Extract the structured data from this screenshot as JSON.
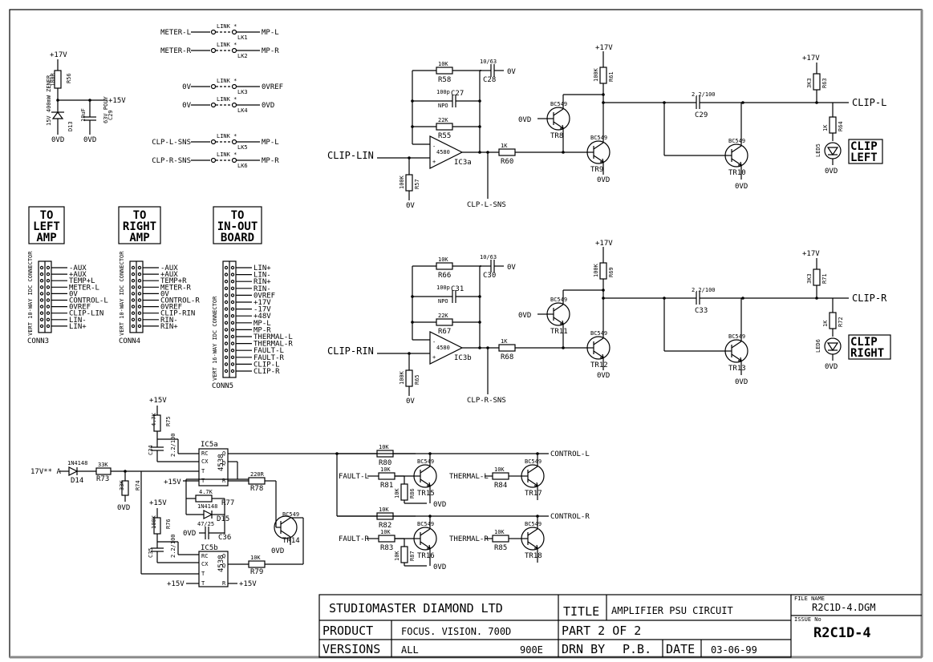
{
  "links": [
    {
      "left": "METER-L",
      "right": "MP-L",
      "ref": "LK1"
    },
    {
      "left": "METER-R",
      "right": "MP-R",
      "ref": "LK2"
    },
    {
      "left": "0V",
      "right": "0VREF",
      "ref": "LK3"
    },
    {
      "left": "0V",
      "right": "0VD",
      "ref": "LK4"
    },
    {
      "left": "CLP-L-SNS",
      "right": "MP-L",
      "ref": "LK5"
    },
    {
      "left": "CLP-R-SNS",
      "right": "MP-R",
      "ref": "LK6"
    }
  ],
  "link_label": "LINK *",
  "zener": {
    "supply": "+17V",
    "res": "R56",
    "res_val": "180R",
    "diode": "D13",
    "diode_val": "15V 400mW ZENER",
    "out": "+15V",
    "cap": "C29",
    "cap_val": "10uF 63V POLY",
    "gnd1": "0VD",
    "gnd2": "0VD"
  },
  "boxes": [
    {
      "title": [
        "TO",
        "LEFT",
        "AMP"
      ],
      "connector": "CONN3",
      "conn_label": "VERT 10-WAY IDC CONNECTOR",
      "pins": [
        "-AUX",
        "+AUX",
        "TEMP+L",
        "METER-L",
        "0V",
        "CONTROL-L",
        "0VREF",
        "CLIP-LIN",
        "LIN-",
        "LIN+"
      ]
    },
    {
      "title": [
        "TO",
        "RIGHT",
        "AMP"
      ],
      "connector": "CONN4",
      "conn_label": "VERT 10-WAY IDC CONNECTOR",
      "pins": [
        "-AUX",
        "+AUX",
        "TEMP+R",
        "METER-R",
        "0V",
        "CONTROL-R",
        "0VREF",
        "CLIP-RIN",
        "RIN-",
        "RIN+"
      ]
    },
    {
      "title": [
        "TO",
        "IN-OUT",
        "BOARD"
      ],
      "connector": "CONN5",
      "conn_label": "VERT 16-WAY IDC CONNECTOR",
      "pins": [
        "LIN+",
        "LIN-",
        "RIN+",
        "RIN-",
        "0VREF",
        "+17V",
        "-17V",
        "+48V",
        "MP-L",
        "MP-R",
        "THERMAL-L",
        "THERMAL-R",
        "FAULT-L",
        "FAULT-R",
        "CLIP-L",
        "CLIP-R"
      ]
    }
  ],
  "clip_left": {
    "input": "CLIP-LIN",
    "sense": "CLP-L-SNS",
    "output": "CLIP-L",
    "led_text": [
      "CLIP",
      "LEFT"
    ],
    "supply": "+17V",
    "supply2": "+17V",
    "gnd": "0V",
    "gnd2": "0VD",
    "gnd3": "0VD",
    "gnd4": "0VD",
    "gnd_cap": "0V",
    "opamp": "IC3a",
    "opamp_type": "4580",
    "r_fb": "R58",
    "r_fb_val": "10K",
    "c_top": "C28",
    "c_top_val": "10/63",
    "c_fb": "C27",
    "c_fb_val": "100p",
    "c_fb_sub": "NPO",
    "r_mid": "R55",
    "r_mid_val": "22K",
    "r_in": "R57",
    "r_in_val": "100K",
    "r_base": "R60",
    "r_base_val": "1K",
    "tr_a": "TR8",
    "tr_b": "TR9",
    "tr_c": "TR10",
    "tr_type": "BC549",
    "r_col": "R61",
    "r_col_val": "100K",
    "c_out": "C29",
    "c_out_val": "2.2/100",
    "r_out": "R63",
    "r_out_val": "3K3",
    "r_led": "R64",
    "r_led_val": "1K",
    "led": "LED5"
  },
  "clip_right": {
    "input": "CLIP-RIN",
    "sense": "CLP-R-SNS",
    "output": "CLIP-R",
    "led_text": [
      "CLIP",
      "RIGHT"
    ],
    "supply": "+17V",
    "supply2": "+17V",
    "gnd": "0V",
    "gnd2": "0VD",
    "gnd3": "0VD",
    "gnd4": "0VD",
    "gnd_cap": "0V",
    "opamp": "IC3b",
    "opamp_type": "4580",
    "r_fb": "R66",
    "r_fb_val": "10K",
    "c_top": "C30",
    "c_top_val": "10/63",
    "c_fb": "C31",
    "c_fb_val": "100p",
    "c_fb_sub": "NPO",
    "r_mid": "R67",
    "r_mid_val": "22K",
    "r_in": "R65",
    "r_in_val": "100K",
    "r_base": "R68",
    "r_base_val": "1K",
    "tr_a": "TR11",
    "tr_b": "TR12",
    "tr_c": "TR13",
    "tr_type": "BC549",
    "r_col": "R69",
    "r_col_val": "100K",
    "c_out": "C33",
    "c_out_val": "2.2/100",
    "r_out": "R71",
    "r_out_val": "3K3",
    "r_led": "R72",
    "r_led_val": "1K",
    "led": "LED6"
  },
  "timer": {
    "supply": "+15V",
    "input": "17V** A",
    "diode": "D14",
    "diode_val": "1N4148",
    "r_in": "R73",
    "r_in_val": "33K",
    "r_div": "R74",
    "r_div_val": "33K",
    "gnd": "0VD",
    "r_top": "R75",
    "r_top_val": "4.7K",
    "c_top": "C34",
    "c_top_val": "2.2/100",
    "ic_a": "IC5a",
    "ic_b": "IC5b",
    "ic_type": "4538",
    "pins": [
      "RC",
      "CX",
      "T",
      "T",
      "R",
      "Q",
      "Q"
    ],
    "v15a": "+15V",
    "v15b": "+15V",
    "v15c": "+15V",
    "v15d": "+15V",
    "r_mid": "R77",
    "r_mid_val": "4.7K",
    "diode2": "D15",
    "diode2_val": "1N4148",
    "c_mid": "C36",
    "c_mid_val": "47/25",
    "gnd_c": "0VD",
    "r_78": "R78",
    "r_78_val": "220R",
    "tr": "TR14",
    "tr_type": "BC549",
    "gnd_tr": "0VD",
    "r_76": "R76",
    "r_76_val": "100K",
    "c_35": "C35",
    "c_35_val": "2.2/100",
    "r_79": "R79",
    "r_79_val": "10K"
  },
  "drivers": {
    "ctrl_l": "CONTROL-L",
    "ctrl_r": "CONTROL-R",
    "fault_l": "FAULT-L",
    "fault_r": "FAULT-R",
    "thermal_l": "THERMAL-L",
    "thermal_r": "THERMAL-R",
    "r80": "R80",
    "r81": "R81",
    "r82": "R82",
    "r83": "R83",
    "r84": "R84",
    "r85": "R85",
    "r86": "R86",
    "r87": "R87",
    "rval": "10K",
    "tr15": "TR15",
    "tr16": "TR16",
    "tr17": "TR17",
    "tr18": "TR18",
    "tr_type": "BC549",
    "gnd": "0VD",
    "gnd2": "0VD"
  },
  "title_block": {
    "company": "STUDIOMASTER DIAMOND LTD",
    "title_label": "TITLE",
    "title": "AMPLIFIER PSU CIRCUIT",
    "file_label": "FILE NAME",
    "file": "R2C1D-4.DGM",
    "product_label": "PRODUCT",
    "product": "FOCUS. VISION. 700D",
    "part": "PART 2 OF 2",
    "issue_label": "ISSUE No",
    "issue": "R2C1D-4",
    "versions_label": "VERSIONS",
    "versions": "ALL",
    "version_num": "900E",
    "drn_label": "DRN BY",
    "drn": "P.B.",
    "date_label": "DATE",
    "date": "03-06-99"
  }
}
